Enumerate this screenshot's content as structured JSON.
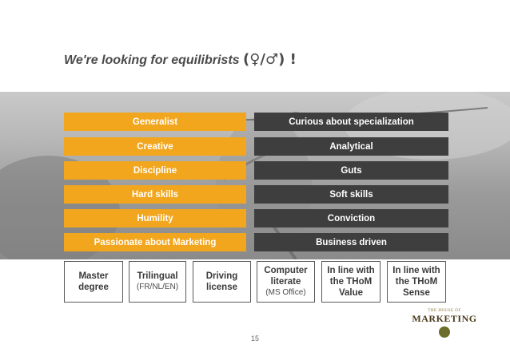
{
  "title": {
    "text": "We're looking for equilibrists",
    "symbols": "(♀/♂) !"
  },
  "rows": [
    {
      "left": "Generalist",
      "right": "Curious about specialization"
    },
    {
      "left": "Creative",
      "right": "Analytical"
    },
    {
      "left": "Discipline",
      "right": "Guts"
    },
    {
      "left": "Hard skills",
      "right": "Soft skills"
    },
    {
      "left": "Humility",
      "right": "Conviction"
    },
    {
      "left": "Passionate about Marketing",
      "right": "Business driven"
    }
  ],
  "boxes": [
    {
      "main": "Master degree",
      "sub": ""
    },
    {
      "main": "Trilingual",
      "sub": "(FR/NL/EN)"
    },
    {
      "main": "Driving license",
      "sub": ""
    },
    {
      "main": "Computer literate",
      "sub": "(MS Office)"
    },
    {
      "main": "In line with the THoM Value",
      "sub": ""
    },
    {
      "main": "In line with the THoM Sense",
      "sub": ""
    }
  ],
  "page_number": "15",
  "logo": {
    "top_line": "THE HOUSE OF",
    "word": "MARKETING",
    "icon": "leaf-seal-icon"
  },
  "colors": {
    "orange": "#f2a61d",
    "dark": "#3e3e3e",
    "title": "#4a4a4a"
  }
}
